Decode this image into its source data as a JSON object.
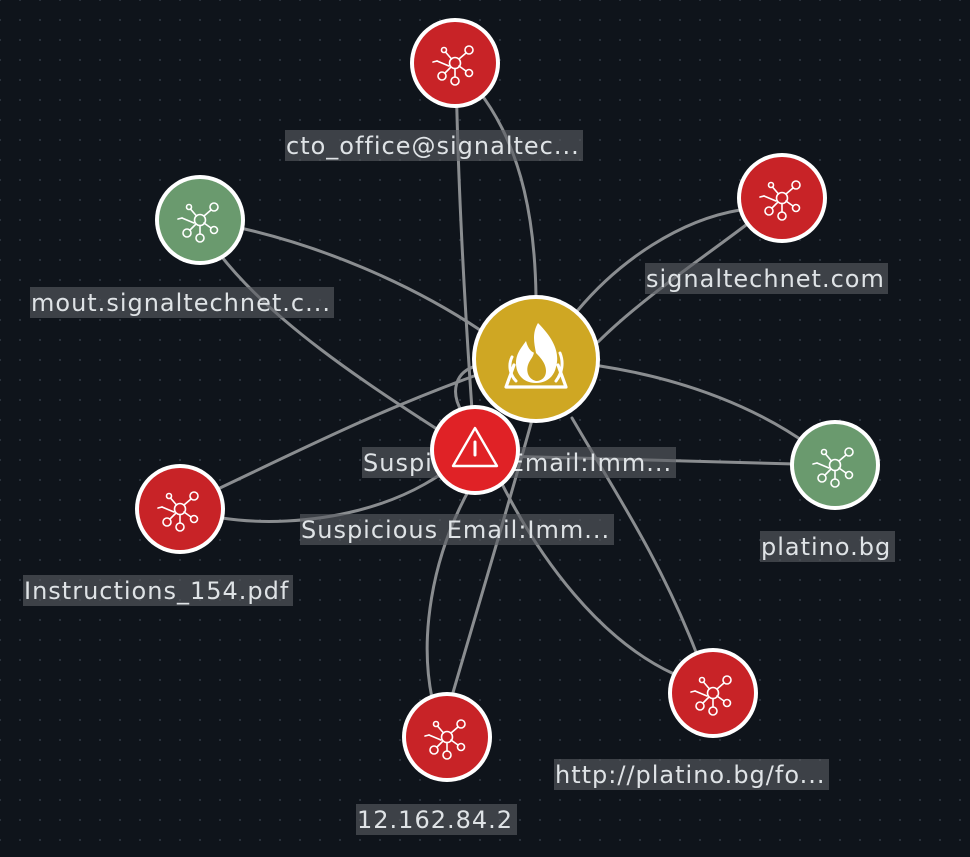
{
  "colors": {
    "background": "#0f141b",
    "edge": "#8a8d90",
    "node_red": "#c82327",
    "node_green": "#6a9a6e",
    "node_yellow": "#cfa723",
    "node_alert": "#e02226",
    "label_bg": "#5a5d62",
    "label_text": "#dfe3e6"
  },
  "graph": {
    "center": {
      "icon": "incident-fire-icon",
      "color": "#cfa723"
    },
    "nodes": [
      {
        "id": "email",
        "label": "cto_office@signaltec...",
        "icon": "network-hub-icon",
        "color": "#c82327"
      },
      {
        "id": "mout",
        "label": "mout.signaltechnet.c...",
        "icon": "network-hub-icon",
        "color": "#6a9a6e"
      },
      {
        "id": "domain",
        "label": "signaltechnet.com",
        "icon": "network-hub-icon",
        "color": "#c82327"
      },
      {
        "id": "platino",
        "label": "platino.bg",
        "icon": "network-hub-icon",
        "color": "#6a9a6e"
      },
      {
        "id": "pdf",
        "label": "Instructions_154.pdf",
        "icon": "network-hub-icon",
        "color": "#c82327"
      },
      {
        "id": "url",
        "label": "http://platino.bg/fo...",
        "icon": "network-hub-icon",
        "color": "#c82327"
      },
      {
        "id": "ip",
        "label": "12.162.84.2",
        "icon": "network-hub-icon",
        "color": "#c82327"
      },
      {
        "id": "alert1",
        "label": "Suspicious Email:Imm...",
        "icon": "warning-triangle-icon",
        "color": "#e02226"
      },
      {
        "id": "alert2",
        "label": "Suspicious Email:Imm...",
        "icon": "",
        "color": ""
      }
    ]
  }
}
